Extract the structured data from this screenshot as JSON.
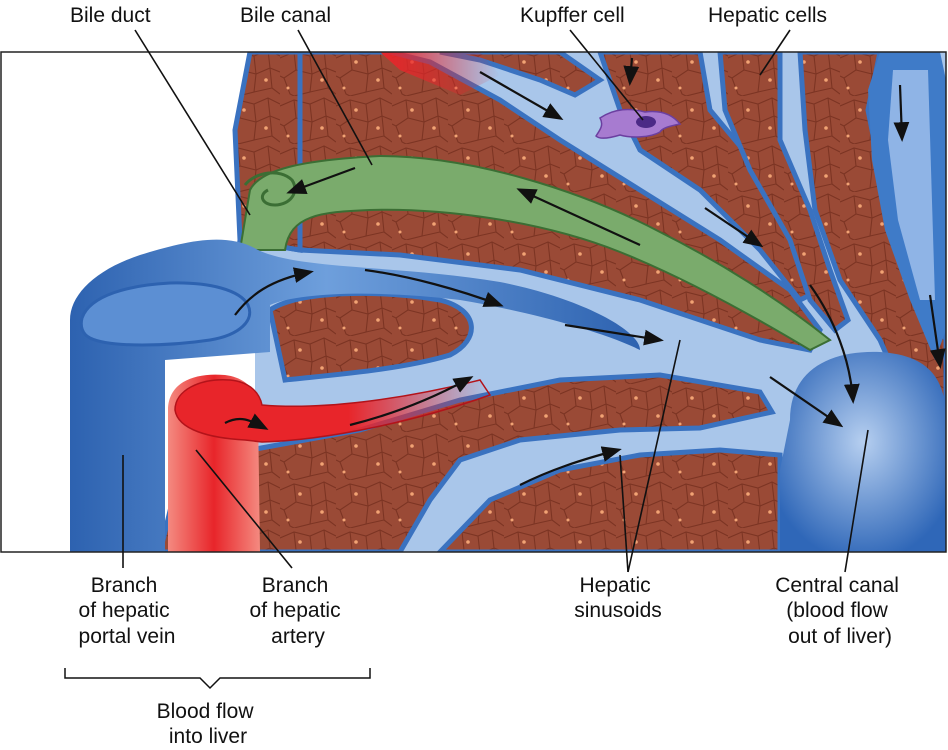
{
  "labels": {
    "bile_duct": "Bile duct",
    "bile_canal": "Bile canal",
    "kupffer_cell": "Kupffer cell",
    "hepatic_cells": "Hepatic cells",
    "portal_vein": [
      "Branch",
      "of hepatic",
      "portal vein"
    ],
    "hepatic_artery": [
      "Branch",
      "of hepatic",
      "artery"
    ],
    "sinusoids": [
      "Hepatic",
      "sinusoids"
    ],
    "central_canal": [
      "Central canal",
      "(blood flow",
      "out of liver)"
    ],
    "blood_flow_into_liver": [
      "Blood flow",
      "into liver"
    ]
  },
  "colors": {
    "hepatic_tissue": "#9a4a36",
    "sinusoid_blood": "#a9c6ea",
    "vessel_blue": "#3f7bc8",
    "bile_green": "#7aab6c",
    "artery_red": "#e8252a",
    "kupffer_purple": "#a77bd0"
  }
}
